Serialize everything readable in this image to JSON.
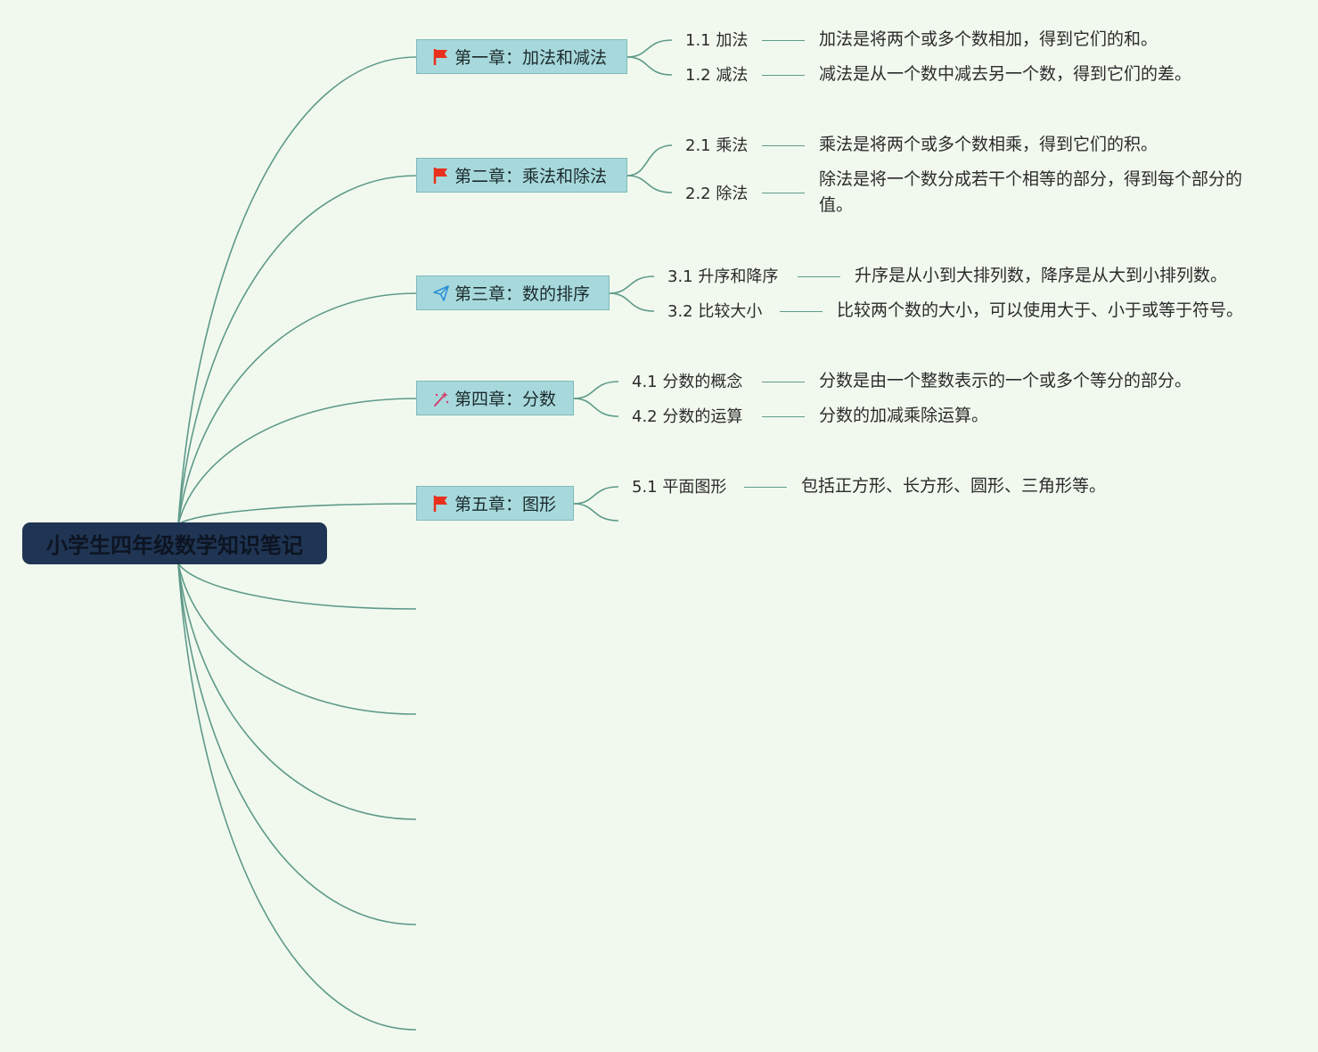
{
  "root": {
    "title": "小学生四年级数学知识笔记"
  },
  "chapters": [
    {
      "title": "第一章：加法和减法",
      "icon": "red-flag-icon",
      "topics": [
        {
          "label": "1.1 加法",
          "description": "加法是将两个或多个数相加，得到它们的和。"
        },
        {
          "label": "1.2 减法",
          "description": "减法是从一个数中减去另一个数，得到它们的差。"
        }
      ]
    },
    {
      "title": "第二章：乘法和除法",
      "icon": "red-flag-icon",
      "topics": [
        {
          "label": "2.1 乘法",
          "description": "乘法是将两个或多个数相乘，得到它们的积。"
        },
        {
          "label": "2.2 除法",
          "description": "除法是将一个数分成若干个相等的部分，得到每个部分的值。"
        }
      ]
    },
    {
      "title": "第三章：数的排序",
      "icon": "paper-plane-icon",
      "topics": [
        {
          "label": "3.1 升序和降序",
          "description": "升序是从小到大排列数，降序是从大到小排列数。"
        },
        {
          "label": "3.2 比较大小",
          "description": "比较两个数的大小，可以使用大于、小于或等于符号。"
        }
      ]
    },
    {
      "title": "第四章：分数",
      "icon": "magic-wand-icon",
      "topics": [
        {
          "label": "4.1 分数的概念",
          "description": "分数是由一个整数表示的一个或多个等分的部分。"
        },
        {
          "label": "4.2 分数的运算",
          "description": "分数的加减乘除运算。"
        }
      ]
    },
    {
      "title": "第五章：图形",
      "icon": "red-flag-icon",
      "topics": [
        {
          "label": "5.1 平面图形",
          "description": "包括正方形、长方形、圆形、三角形等。"
        }
      ]
    }
  ],
  "colors": {
    "background": "#f1f9ee",
    "root_fill": "#1f3553",
    "chapter_fill": "#a7d9dc",
    "link": "#5e9a8a",
    "flag": "#e8301c"
  }
}
